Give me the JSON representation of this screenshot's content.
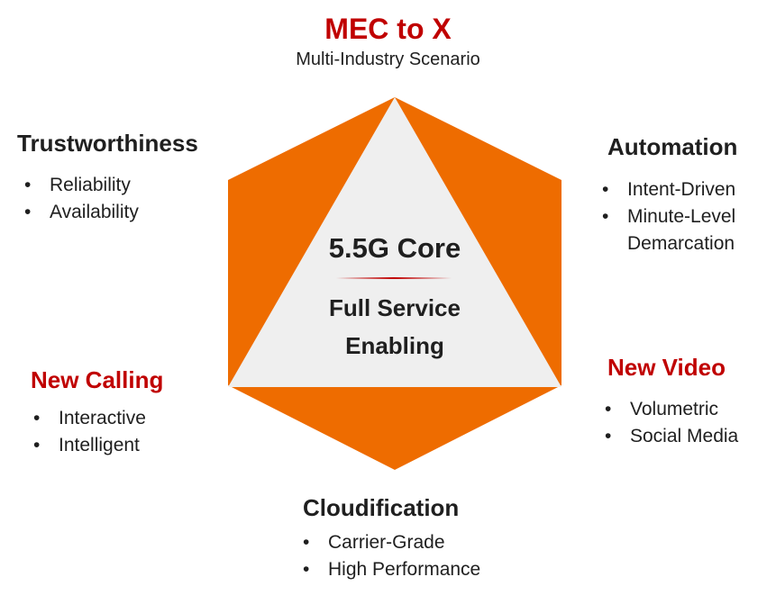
{
  "top": {
    "title": "MEC to X",
    "subtitle": "Multi-Industry Scenario"
  },
  "center": {
    "title": "5.5G Core",
    "line1": "Full Service",
    "line2": "Enabling"
  },
  "trustworthiness": {
    "title": "Trustworthiness",
    "items": [
      "Reliability",
      "Availability"
    ]
  },
  "automation": {
    "title": "Automation",
    "items": [
      "Intent-Driven",
      "Minute-Level",
      "Demarcation"
    ]
  },
  "new_calling": {
    "title": "New Calling",
    "items": [
      "Interactive",
      "Intelligent"
    ]
  },
  "new_video": {
    "title": "New Video",
    "items": [
      "Volumetric",
      "Social Media"
    ]
  },
  "cloudification": {
    "title": "Cloudification",
    "items": [
      "Carrier-Grade",
      "High Performance"
    ]
  },
  "colors": {
    "accent_red": "#c00000",
    "hexagon_orange": "#ee6c00",
    "triangle_fill": "#efefef"
  }
}
